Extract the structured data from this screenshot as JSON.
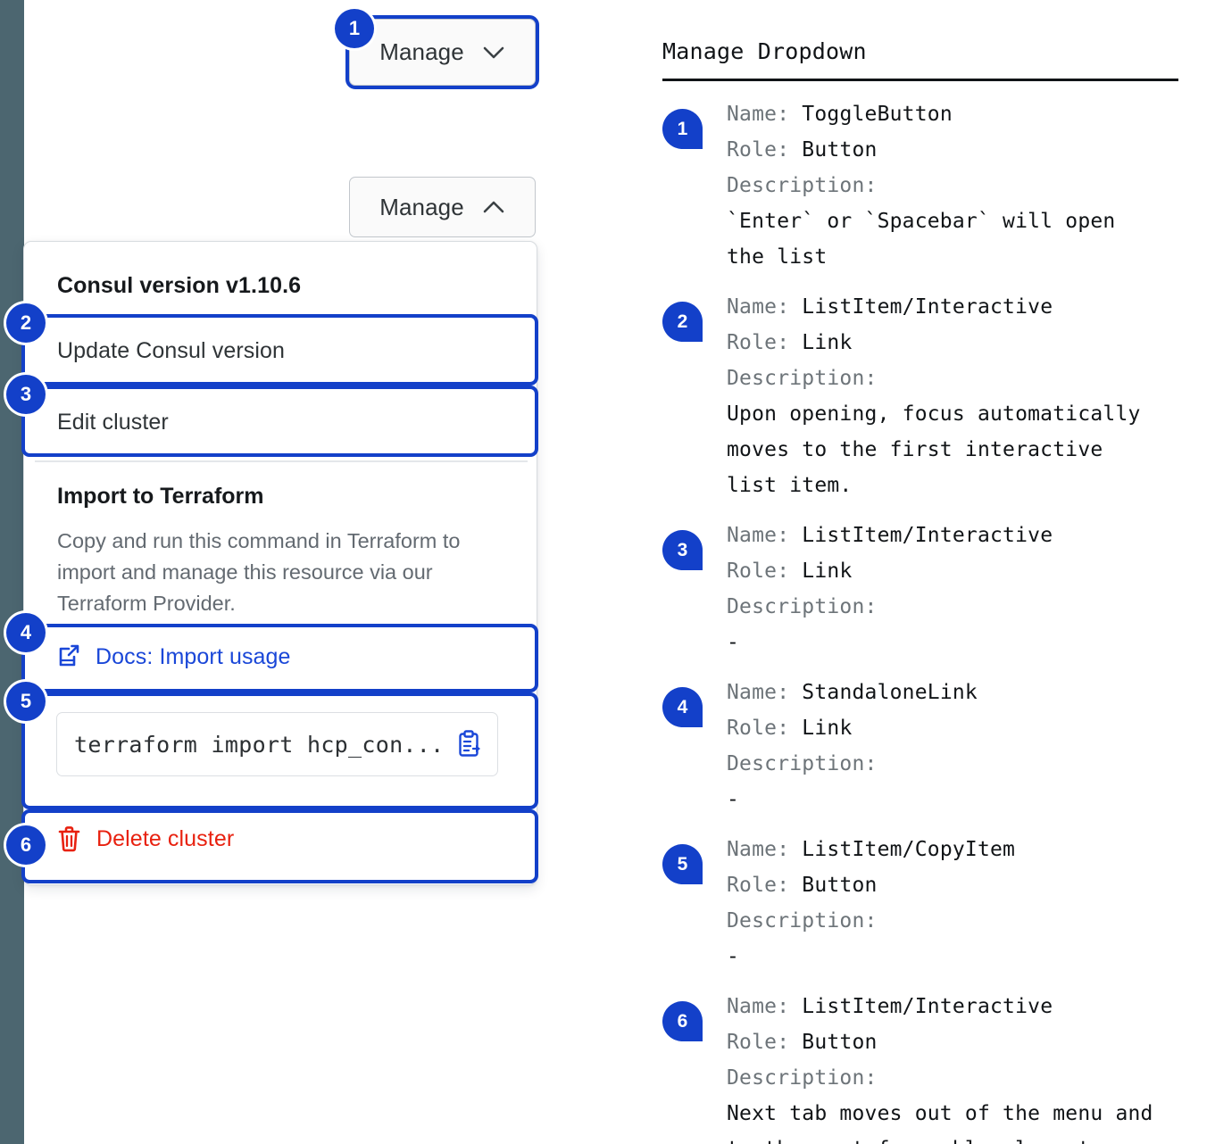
{
  "colors": {
    "accent_blue": "#1340C9",
    "link_blue": "#1A47D8",
    "danger_red": "#E8210F",
    "edge_bar": "#4C6670",
    "panel_border": "#D8DCE0",
    "muted_text": "#636A71"
  },
  "left": {
    "manage_button_focused": {
      "label": "Manage",
      "chevron": "chevron-down-icon",
      "chevron_glyph": "⌄"
    },
    "manage_button_open": {
      "label": "Manage",
      "chevron": "chevron-up-icon",
      "chevron_glyph": "⌃"
    },
    "dropdown": {
      "title": "Consul version v1.10.6",
      "items": [
        {
          "label": "Update Consul version"
        },
        {
          "label": "Edit cluster"
        }
      ],
      "terraform_section": {
        "heading": "Import to Terraform",
        "body": "Copy and run this command in Terraform to import and manage this resource via our Terraform Provider.",
        "docs_link": "Docs: Import usage",
        "docs_icon": "external-link-document-icon",
        "command": "terraform import hcp_con...",
        "copy_icon": "clipboard-copy-icon"
      },
      "delete": {
        "label": "Delete cluster",
        "icon": "trash-icon"
      }
    },
    "badges": [
      "1",
      "2",
      "3",
      "4",
      "5",
      "6"
    ]
  },
  "legend": {
    "title": "Manage Dropdown",
    "labels": {
      "name": "Name:",
      "role": "Role:",
      "description": "Description:"
    },
    "entries": [
      {
        "num": "1",
        "name": "ToggleButton",
        "role": "Button",
        "description": "`Enter` or `Spacebar` will open\nthe list"
      },
      {
        "num": "2",
        "name": "ListItem/Interactive",
        "role": "Link",
        "description": "Upon opening, focus automatically\nmoves to the first interactive\nlist item."
      },
      {
        "num": "3",
        "name": "ListItem/Interactive",
        "role": "Link",
        "description": "-"
      },
      {
        "num": "4",
        "name": "StandaloneLink",
        "role": "Link",
        "description": "-"
      },
      {
        "num": "5",
        "name": "ListItem/CopyItem",
        "role": "Button",
        "description": "-"
      },
      {
        "num": "6",
        "name": "ListItem/Interactive",
        "role": "Button",
        "description": "Next tab moves out of the menu and\nto the next focusable element"
      }
    ]
  }
}
